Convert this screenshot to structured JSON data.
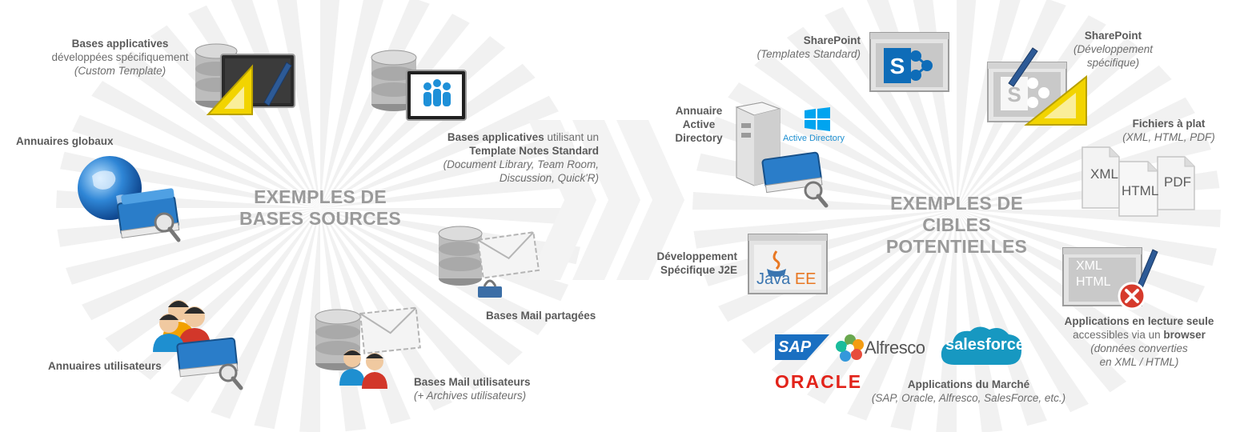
{
  "sources": {
    "title": [
      "EXEMPLES DE",
      "BASES SOURCES"
    ],
    "custom_apps": {
      "bold": "Bases applicatives",
      "line2": "développées spécifiquement",
      "italic": "(Custom Template)"
    },
    "std_apps": {
      "bold": "Bases applicatives",
      "after": " utilisant un",
      "bold2": "Template Notes Standard",
      "italic1": "(Document Library, Team Room,",
      "italic2": "Discussion, Quick'R)"
    },
    "global_dirs": {
      "bold": "Annuaires globaux"
    },
    "user_dirs": {
      "bold": "Annuaires utilisateurs"
    },
    "shared_mail": {
      "bold": "Bases Mail partagées"
    },
    "user_mail": {
      "bold": "Bases Mail utilisateurs",
      "italic": "(+ Archives utilisateurs)"
    }
  },
  "targets": {
    "title": [
      "EXEMPLES DE CIBLES",
      "POTENTIELLES"
    ],
    "sp_std": {
      "bold": "SharePoint",
      "italic": "(Templates Standard)"
    },
    "sp_dev": {
      "bold": "SharePoint",
      "italic1": "(Développement",
      "italic2": "spécifique)"
    },
    "ad": {
      "bold1": "Annuaire",
      "bold2": "Active",
      "bold3": "Directory",
      "logo_text": "Active Directory"
    },
    "flat": {
      "bold": "Fichiers à plat",
      "italic": "(XML, HTML, PDF)",
      "doc1": "XML",
      "doc2": "HTML",
      "doc3": "PDF"
    },
    "j2e": {
      "bold1": "Développement",
      "bold2": "Spécifique J2E",
      "logo_text": "Java",
      "logo_ee": "EE"
    },
    "readonly": {
      "bold1": "Applications en lecture seule",
      "normal": "accessibles via un ",
      "bold2": "browser",
      "italic1": "(données converties",
      "italic2": "en XML / HTML)",
      "screen1": "XML",
      "screen2": "HTML"
    },
    "market": {
      "bold": "Applications du Marché",
      "italic": "(SAP, Oracle, Alfresco, SalesForce, etc.)",
      "sap": "SAP",
      "alfresco": "Alfresco",
      "salesforce": "salesforce",
      "oracle": "ORACLE"
    }
  },
  "colors": {
    "sap_blue": "#1a6fc1",
    "oracle_red": "#e2231a",
    "salesforce_blue": "#1798c1",
    "sharepoint_blue": "#0e6cb8",
    "windows_blue": "#00a4ef",
    "book_blue": "#2a7dc9",
    "pencil_yellow": "#f2d400",
    "error_red": "#d63a2c"
  }
}
